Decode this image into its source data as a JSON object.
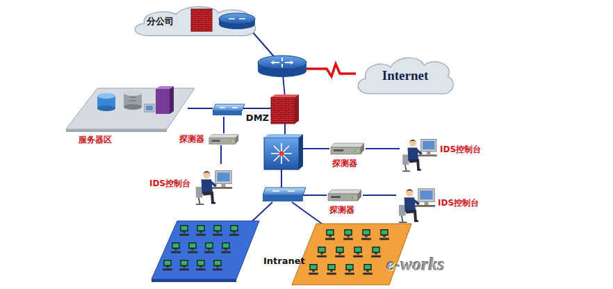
{
  "diagram": {
    "nodes": [
      {
        "text": [
          "分公司"
        ]
      },
      {
        "text": [
          "Internet"
        ]
      },
      {
        "text": [
          "DMZ"
        ]
      },
      {
        "text": [
          "服务器区"
        ]
      },
      {
        "text": [
          "探测器"
        ]
      },
      {
        "text": [
          "IDS控制台"
        ]
      },
      {
        "text": [
          "探测器"
        ]
      },
      {
        "text": [
          "IDS控制台"
        ]
      },
      {
        "text": [
          "探测器"
        ]
      },
      {
        "text": [
          "IDS控制台"
        ]
      },
      {
        "text": [
          "Intranet"
        ]
      }
    ],
    "edges": [
      {
        "from": 4,
        "to": 5,
        "arrow": "none"
      },
      {
        "from": 6,
        "to": 7,
        "arrow": "none"
      },
      {
        "from": 8,
        "to": 9,
        "arrow": "none"
      }
    ],
    "labels": [
      "e-works"
    ]
  }
}
